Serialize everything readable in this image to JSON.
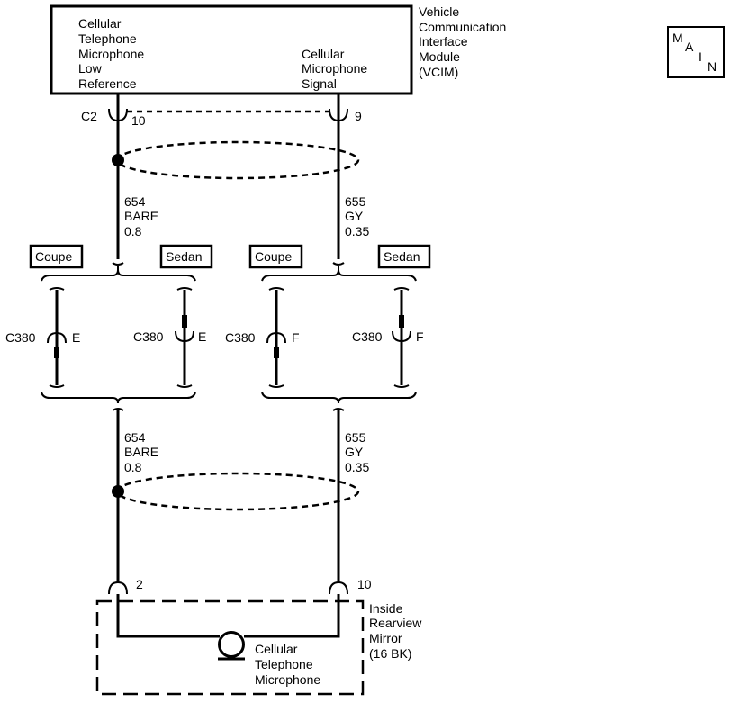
{
  "vcim": {
    "name_lines": [
      "Vehicle",
      "Communication",
      "Interface",
      "Module",
      "(VCIM)"
    ],
    "pin_left_lines": [
      "Cellular",
      "Telephone",
      "Microphone",
      "Low",
      "Reference"
    ],
    "pin_right_lines": [
      "Cellular",
      "Microphone",
      "Signal"
    ],
    "connector": "C2",
    "pin_left": "10",
    "pin_right": "9"
  },
  "main_badge": {
    "m": "M",
    "a": "A",
    "i": "I",
    "n": "N"
  },
  "wires_upper": {
    "left": {
      "circuit": "654",
      "color": "BARE",
      "gauge": "0.8"
    },
    "right": {
      "circuit": "655",
      "color": "GY",
      "gauge": "0.35"
    }
  },
  "wires_lower": {
    "left": {
      "circuit": "654",
      "color": "BARE",
      "gauge": "0.8"
    },
    "right": {
      "circuit": "655",
      "color": "GY",
      "gauge": "0.35"
    }
  },
  "options": {
    "left_coupe": "Coupe",
    "left_sedan": "Sedan",
    "right_coupe": "Coupe",
    "right_sedan": "Sedan"
  },
  "inline_connectors": {
    "c380_e_coupe": {
      "name": "C380",
      "pin": "E"
    },
    "c380_e_sedan": {
      "name": "C380",
      "pin": "E"
    },
    "c380_f_coupe": {
      "name": "C380",
      "pin": "F"
    },
    "c380_f_sedan": {
      "name": "C380",
      "pin": "F"
    }
  },
  "mirror": {
    "name_lines": [
      "Inside",
      "Rearview",
      "Mirror",
      "(16 BK)"
    ],
    "pin_left": "2",
    "pin_right": "10",
    "microphone_lines": [
      "Cellular",
      "Telephone",
      "Microphone"
    ]
  }
}
